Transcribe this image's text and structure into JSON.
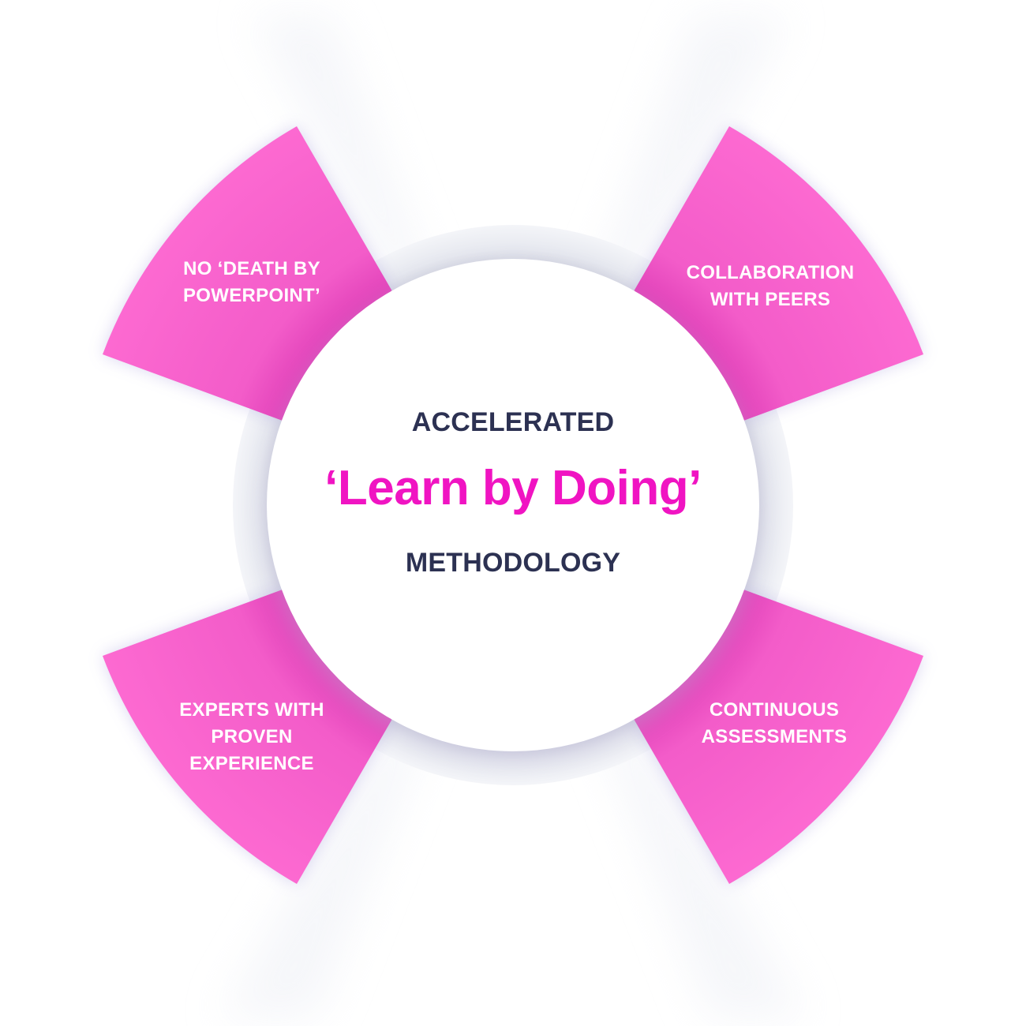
{
  "center": {
    "top_line": "ACCELERATED",
    "main_line": "‘Learn by Doing’",
    "bottom_line": "METHODOLOGY"
  },
  "segments": [
    {
      "position": "top-left",
      "lines": [
        "NO ‘DEATH BY",
        "POWERPOINT’"
      ]
    },
    {
      "position": "top-right",
      "lines": [
        "COLLABORATION",
        "WITH PEERS"
      ]
    },
    {
      "position": "bottom-left",
      "lines": [
        "EXPERTS WITH",
        "PROVEN",
        "EXPERIENCE"
      ]
    },
    {
      "position": "bottom-right",
      "lines": [
        "CONTINUOUS",
        "ASSESSMENTS"
      ]
    }
  ],
  "colors": {
    "segment_fill": "#ff6bd2",
    "segment_edge": "#e83fbe",
    "accent": "#f014c2",
    "dark_text": "#2c3152",
    "ring": "#e4e6ee"
  }
}
